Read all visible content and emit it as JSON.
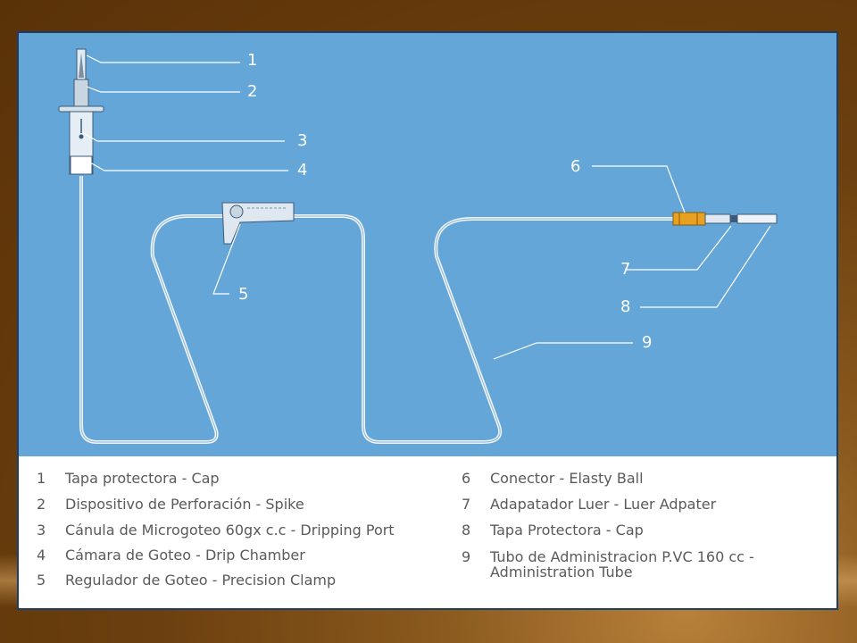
{
  "diagram": {
    "callouts": [
      "1",
      "2",
      "3",
      "4",
      "5",
      "6",
      "7",
      "8",
      "9"
    ]
  },
  "legend": {
    "left": [
      {
        "num": "1",
        "text": "Tapa protectora - Cap"
      },
      {
        "num": "2",
        "text": "Dispositivo de Perforación - Spike"
      },
      {
        "num": "3",
        "text": "Cánula de Microgoteo 60gx c.c - Dripping Port"
      },
      {
        "num": "4",
        "text": "Cámara de Goteo - Drip Chamber"
      },
      {
        "num": "5",
        "text": "Regulador de Goteo - Precision Clamp"
      }
    ],
    "right": [
      {
        "num": "6",
        "text": "Conector - Elasty Ball"
      },
      {
        "num": "7",
        "text": "Adapatador Luer - Luer Adpater"
      },
      {
        "num": "8",
        "text": "Tapa Protectora - Cap"
      },
      {
        "num": "9",
        "text": "Tubo de Administracion P.VC 160 cc - Administration Tube"
      }
    ]
  },
  "colors": {
    "diagram_background": "#64a6d8",
    "tube": "#e9f2f9",
    "connector": "#e8a020",
    "frame_border": "#1f3d66",
    "legend_text": "#5a5a5a"
  }
}
